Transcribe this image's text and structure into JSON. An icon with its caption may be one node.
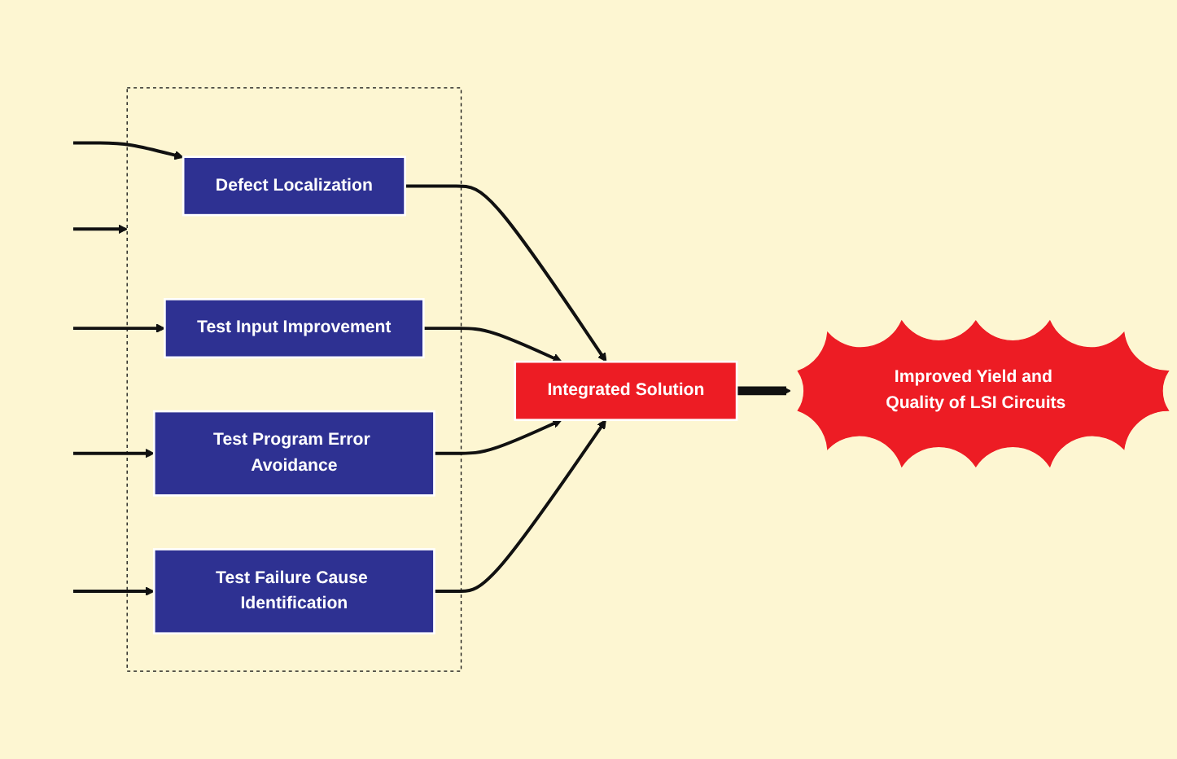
{
  "diagram": {
    "nodes": [
      {
        "text": [],
        "shape": "box"
      },
      {
        "text": [
          "Defect Localization"
        ],
        "in": 0
      },
      {
        "text": [
          "Test Input Improvement"
        ],
        "in": 0
      },
      {
        "text": [
          "Test Program Error Avoidance"
        ],
        "in": 0
      },
      {
        "text": [
          "Test Failure Cause Identification"
        ],
        "in": 0
      },
      {
        "text": [
          "Integrated Solution"
        ]
      },
      {
        "text": [
          "Improved Yield and Quality of LSI Circuits"
        ]
      }
    ],
    "edges": [
      {
        "from": null,
        "to": 1,
        "arrow": "to"
      },
      {
        "from": null,
        "to": 2,
        "arrow": "to"
      },
      {
        "from": null,
        "to": 3,
        "arrow": "to"
      },
      {
        "from": null,
        "to": 4,
        "arrow": "to"
      },
      {
        "from": null,
        "to": 0,
        "arrow": "to"
      },
      {
        "from": 1,
        "to": 5,
        "arrow": "to"
      },
      {
        "from": 2,
        "to": 5,
        "arrow": "to"
      },
      {
        "from": 3,
        "to": 5,
        "arrow": "to"
      },
      {
        "from": 4,
        "to": 5,
        "arrow": "to"
      },
      {
        "from": 5,
        "to": 6,
        "arrow": "to",
        "style": "thick"
      }
    ]
  }
}
